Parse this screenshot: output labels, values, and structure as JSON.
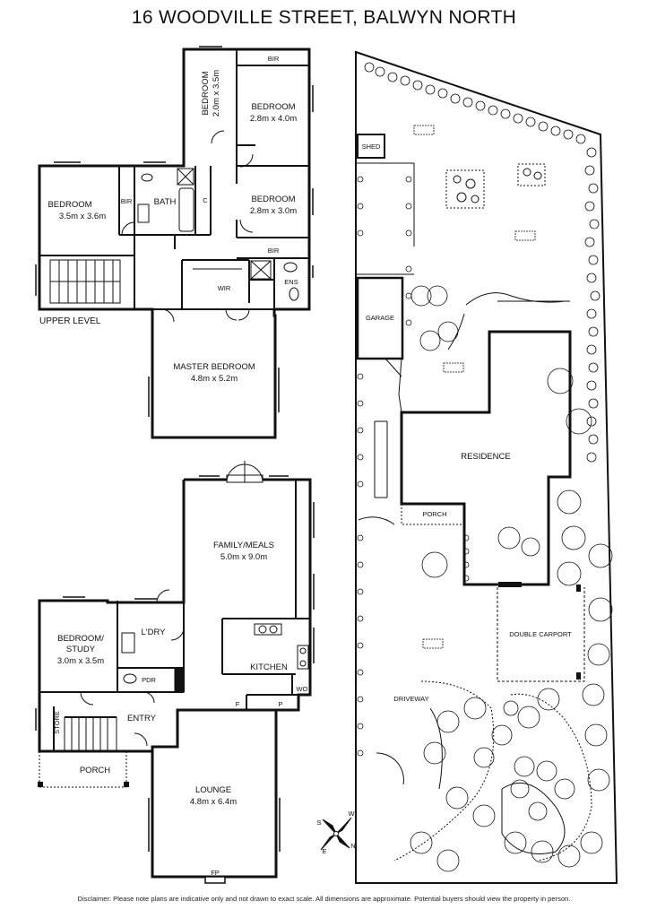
{
  "title": "16 WOODVILLE STREET, BALWYN NORTH",
  "disclaimer": "Disclaimer: Please note plans are indicative only and not drawn to exact scale. All dimensions are approximate. Potential buyers should view the property in person.",
  "upper_level": {
    "level_label": "UPPER LEVEL",
    "rooms": {
      "bedroom_left": {
        "name": "BEDROOM",
        "size": "3.5m x 3.6m"
      },
      "bedroom_narrow": {
        "name": "BEDROOM",
        "size": "2.0m x 3.5m"
      },
      "bedroom_top": {
        "name": "BEDROOM",
        "size": "2.8m x 4.0m"
      },
      "bedroom_mid": {
        "name": "BEDROOM",
        "size": "2.8m x 3.0m"
      },
      "master": {
        "name": "MASTER BEDROOM",
        "size": "4.8m x 5.2m"
      }
    },
    "labels": {
      "bir_top": "BIR",
      "bir_left": "BIR",
      "bath": "BATH",
      "cupboard": "C",
      "bir_mid": "BIR",
      "wir": "WIR",
      "ens": "ENS"
    }
  },
  "ground_level": {
    "rooms": {
      "family": {
        "name": "FAMILY/MEALS",
        "size": "5.0m x 9.0m"
      },
      "bedroom_study": {
        "name": "BEDROOM/",
        "name2": "STUDY",
        "size": "3.0m x 3.5m"
      },
      "lounge": {
        "name": "LOUNGE",
        "size": "4.8m x 6.4m"
      }
    },
    "labels": {
      "ldry": "L'DRY",
      "kitchen": "KITCHEN",
      "pdr": "PDR",
      "wo": "WO",
      "fridge": "F",
      "pantry": "P",
      "entry": "ENTRY",
      "store": "STORE",
      "porch": "PORCH",
      "fp": "FP"
    }
  },
  "site_plan": {
    "labels": {
      "shed": "SHED",
      "garage": "GARAGE",
      "residence": "RESIDENCE",
      "porch": "PORCH",
      "carport": "DOUBLE CARPORT",
      "driveway": "DRIVEWAY"
    }
  },
  "compass": {
    "n": "N",
    "s": "S",
    "e": "E",
    "w": "W"
  }
}
